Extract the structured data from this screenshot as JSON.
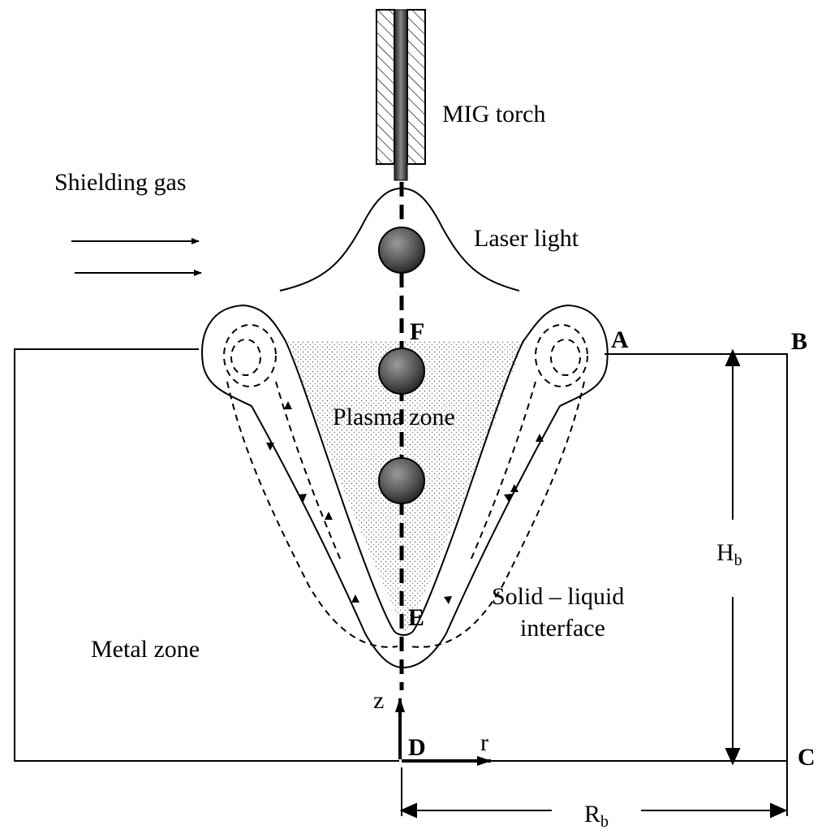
{
  "labels": {
    "mig_torch": "MIG torch",
    "shielding_gas": "Shielding gas",
    "laser_light": "Laser light",
    "plasma_zone": "Plasma zone",
    "metal_zone": "Metal zone",
    "interface_line1": "Solid – liquid",
    "interface_line2": "interface"
  },
  "points": {
    "A": "A",
    "B": "B",
    "C": "C",
    "D": "D",
    "E": "E",
    "F": "F"
  },
  "axes": {
    "z": "z",
    "r": "r"
  },
  "dimensions": {
    "height_main": "H",
    "height_sub": "b",
    "radius_main": "R",
    "radius_sub": "b"
  }
}
